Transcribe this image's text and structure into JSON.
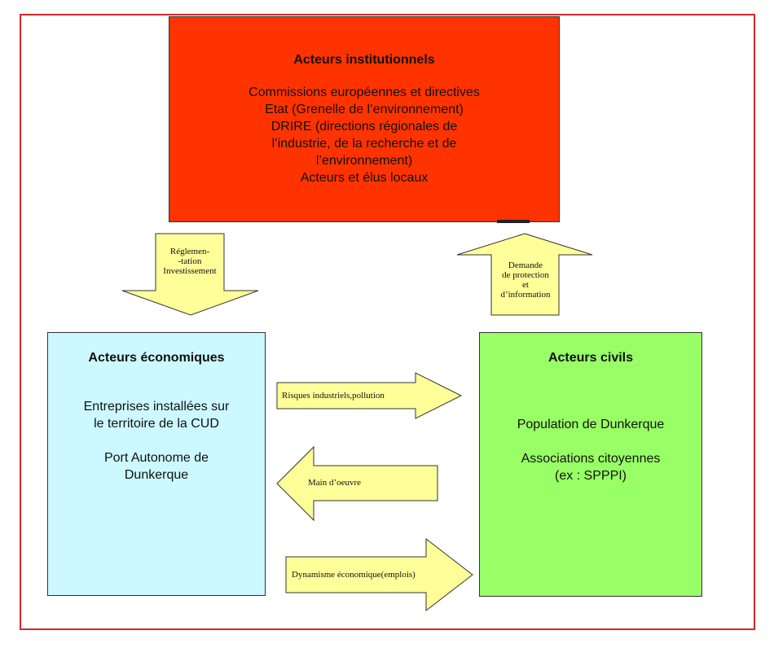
{
  "colors": {
    "frame": "#d8262b",
    "institutional": "#ff3300",
    "economic": "#ccf9ff",
    "civil": "#99ff66",
    "arrow": "#ffff99"
  },
  "institutional": {
    "title": "Acteurs institutionnels",
    "lines": [
      "Commissions européennes et directives",
      "Etat (Grenelle de l’environnement)",
      "DRIRE (directions régionales de",
      "l’industrie, de la recherche et de",
      "l’environnement)",
      "Acteurs et élus locaux"
    ]
  },
  "economic": {
    "title": "Acteurs économiques",
    "lines": [
      "Entreprises installées sur",
      "le territoire de la CUD",
      "",
      "Port Autonome de",
      "Dunkerque"
    ]
  },
  "civil": {
    "title": "Acteurs civils",
    "lines": [
      "Population de Dunkerque",
      "",
      "Associations citoyennes",
      "(ex : SPPPI)"
    ]
  },
  "arrows": {
    "reglementation": [
      "Réglemen-",
      "-tation",
      "Investissement"
    ],
    "demande": [
      "Demande",
      "de protection",
      "et",
      "d’information"
    ],
    "risques": "Risques industriels,pollution",
    "main_oeuvre": "Main d’oeuvre",
    "dynamisme": "Dynamisme économique(emplois)"
  }
}
